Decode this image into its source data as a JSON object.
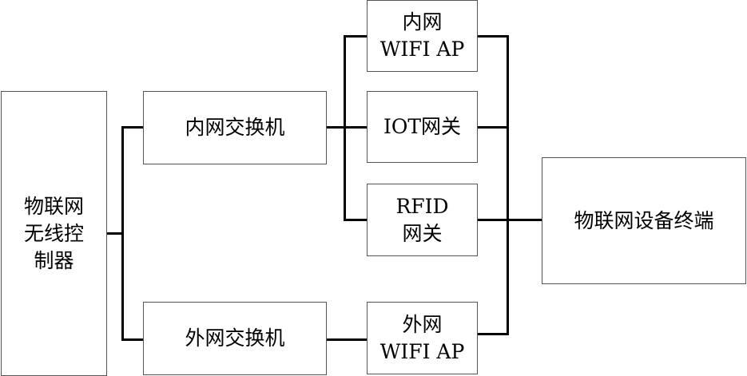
{
  "nodes": {
    "controller": {
      "lines": [
        "物联网",
        "无线控",
        "制器"
      ]
    },
    "intranet_switch": {
      "label": "内网交换机"
    },
    "extranet_switch": {
      "label": "外网交换机"
    },
    "intranet_ap": {
      "lines": [
        "内网",
        "WIFI AP"
      ]
    },
    "iot_gateway": {
      "label": "IOT网关"
    },
    "rfid_gateway": {
      "lines": [
        "RFID",
        "网关"
      ]
    },
    "extranet_ap": {
      "lines": [
        "外网",
        "WIFI AP"
      ]
    },
    "iot_terminal": {
      "label": "物联网设备终端"
    }
  },
  "colors": {
    "line": "#000000",
    "border": "#555555",
    "background": "#ffffff"
  }
}
